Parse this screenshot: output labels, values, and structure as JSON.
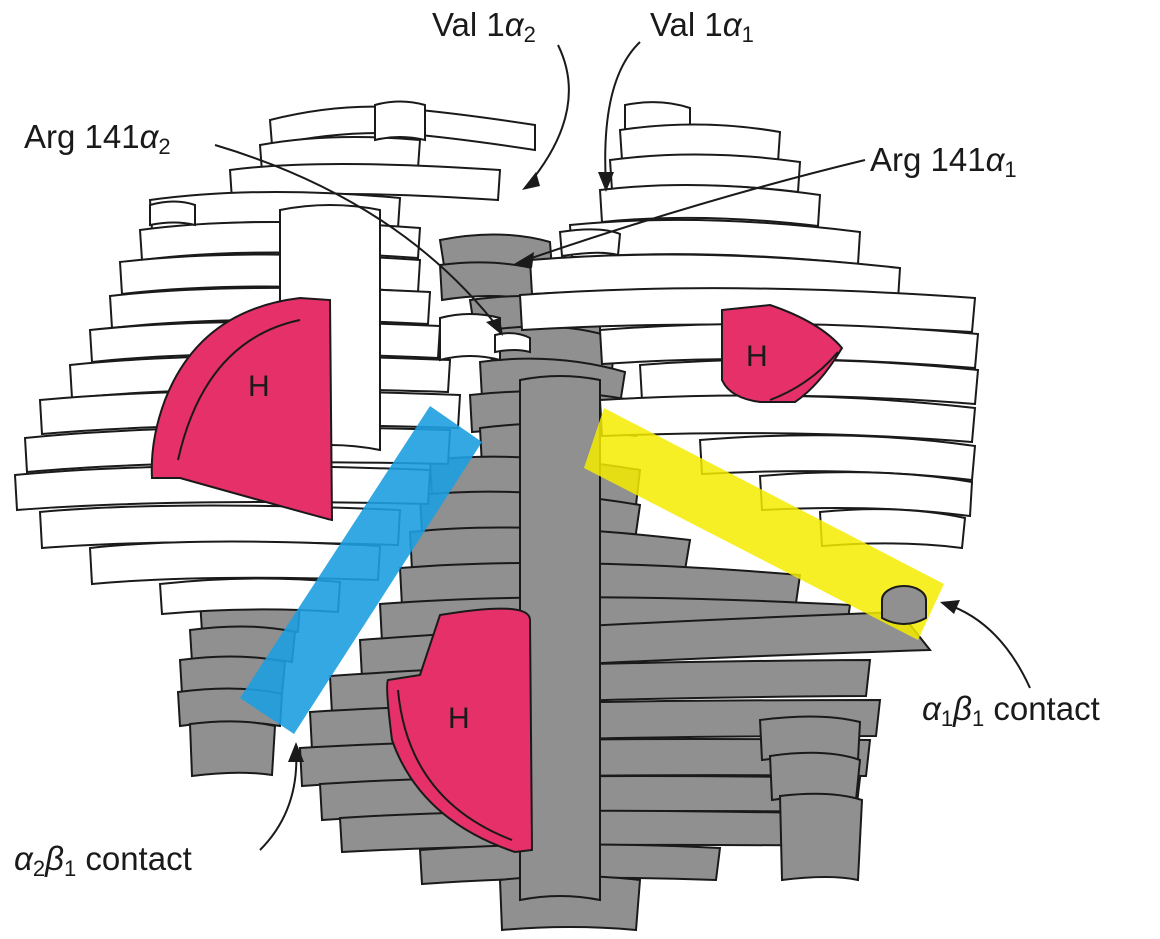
{
  "labels": {
    "val1a2": {
      "text": "Val 1",
      "greek": "α",
      "sub": "2"
    },
    "val1a1": {
      "text": "Val 1",
      "greek": "α",
      "sub": "1"
    },
    "arg141a2": {
      "text": "Arg 141",
      "greek": "α",
      "sub": "2"
    },
    "arg141a1": {
      "text": "Arg 141",
      "greek": "α",
      "sub": "1"
    },
    "a1b1": {
      "g1": "α",
      "s1": "1",
      "g2": "β",
      "s2": "1",
      "text": " contact"
    },
    "a2b1": {
      "g1": "α",
      "s1": "2",
      "g2": "β",
      "s2": "1",
      "text": " contact"
    }
  },
  "heme_label": "H",
  "colors": {
    "alpha_chain": "#ffffff",
    "beta_chain": "#909090",
    "heme": "#e5306a",
    "a1b1_contact": "#f6ec00",
    "a2b1_contact": "#1e9ee0"
  }
}
